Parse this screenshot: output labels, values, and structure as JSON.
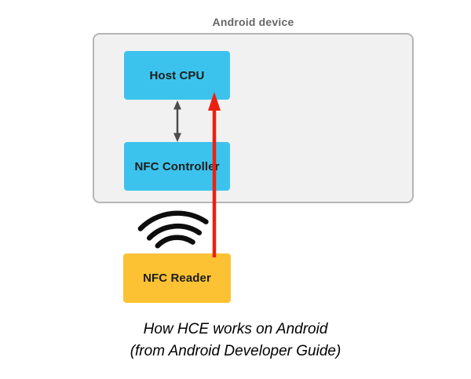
{
  "diagram": {
    "device_label": "Android device",
    "nodes": {
      "host_cpu": "Host CPU",
      "nfc_controller": "NFC Controller",
      "nfc_reader": "NFC Reader"
    },
    "connectors": {
      "cpu_controller_link": "bidirectional-arrow-icon",
      "reader_to_cpu_link": "red-up-arrow-icon",
      "nfc_field": "wifi-signal-icon"
    },
    "caption_line1": "How HCE works on Android",
    "caption_line2": "(from Android Developer Guide)",
    "colors": {
      "node_blue": "#3cc3ed",
      "node_yellow": "#fcc233",
      "node_text": "#1d1d1d",
      "device_fill": "#f1f1f1",
      "device_border": "#b5b5b5",
      "arrow_red": "#ea2110",
      "arrow_gray": "#4d4d4f",
      "label_gray": "#666666",
      "wifi_black": "#0d0d0d",
      "caption_black": "#000000"
    }
  }
}
